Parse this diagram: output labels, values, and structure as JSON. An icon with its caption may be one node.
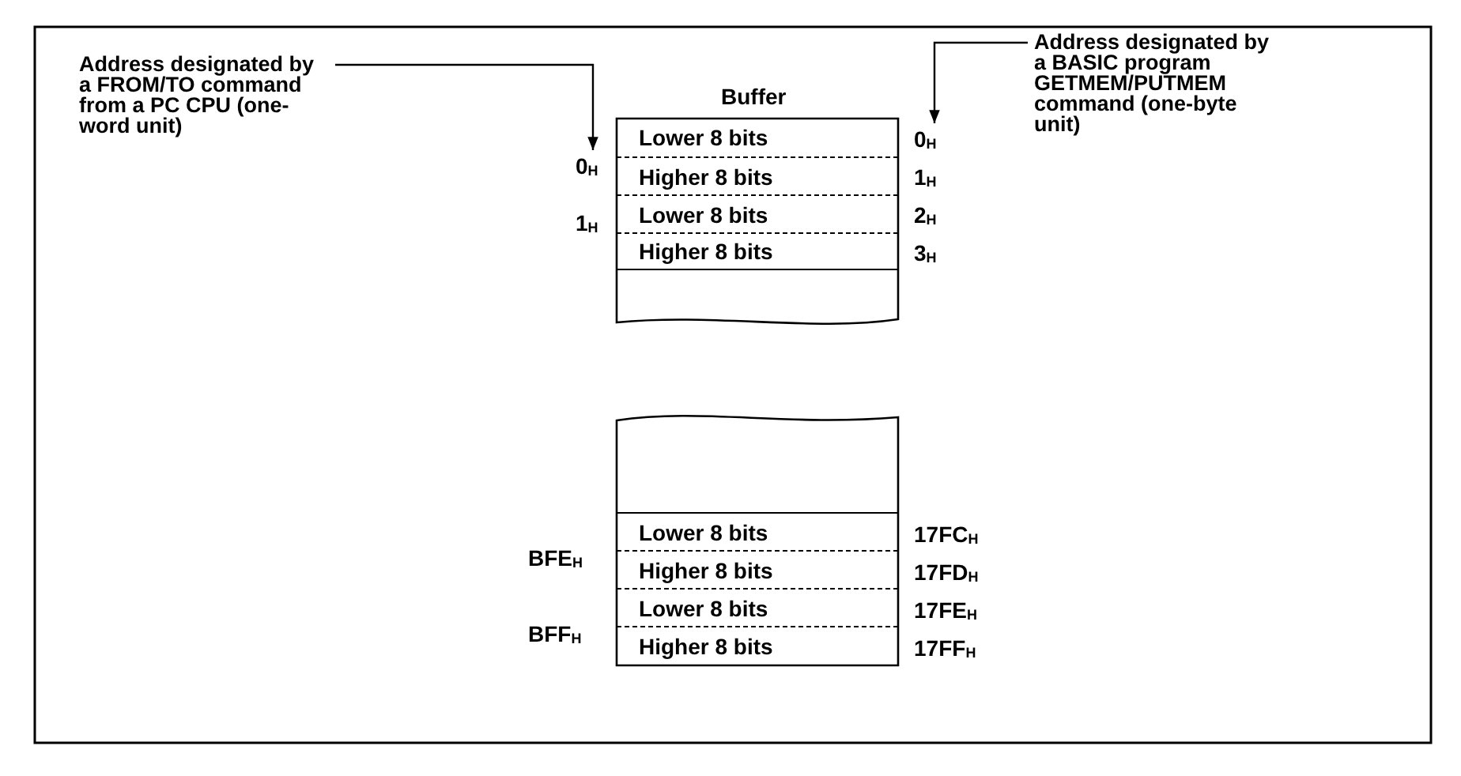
{
  "diagram": {
    "nodes": [
      {
        "text": [
          "Address designated by a FROM/TO command from a PC CPU (one-word unit)"
        ]
      },
      {
        "text": [
          "Address designated by a BASIC program GETMEM/PUTMEM command (one-byte unit)"
        ]
      },
      {
        "text": [
          "Buffer"
        ]
      },
      {
        "text": [
          "Lower 8 bits"
        ],
        "in": 2
      },
      {
        "text": [
          "Higher 8 bits"
        ],
        "in": 2
      },
      {
        "text": [
          "Lower 8 bits"
        ],
        "in": 2
      },
      {
        "text": [
          "Higher 8 bits"
        ],
        "in": 2
      },
      {
        "text": [
          "0$_{H}$"
        ]
      },
      {
        "text": [
          "0$_{H}$"
        ]
      },
      {
        "text": [],
        "shape": "box"
      },
      {
        "text": [
          "Lower 8 bits"
        ],
        "in": 9
      },
      {
        "text": [
          "Higher 8 bits"
        ],
        "in": 9
      },
      {
        "text": [
          "Lower 8 bits"
        ],
        "in": 9
      },
      {
        "text": [
          "Higher 8 bits"
        ],
        "in": 9
      }
    ],
    "edges": [
      {
        "from": 0,
        "to": 7,
        "arrow": "to"
      },
      {
        "from": 1,
        "to": 8,
        "arrow": "to"
      }
    ],
    "labels": [
      "1$_{H}$",
      "2$_{H}$",
      "3$_{H}$",
      "1$_{H}$",
      "BFE$_{H}$",
      "17FC$_{H}$",
      "17FD$_{H}$",
      "BFF$_{H}$",
      "17FE$_{H}$",
      "17FF$_{H}$"
    ]
  }
}
